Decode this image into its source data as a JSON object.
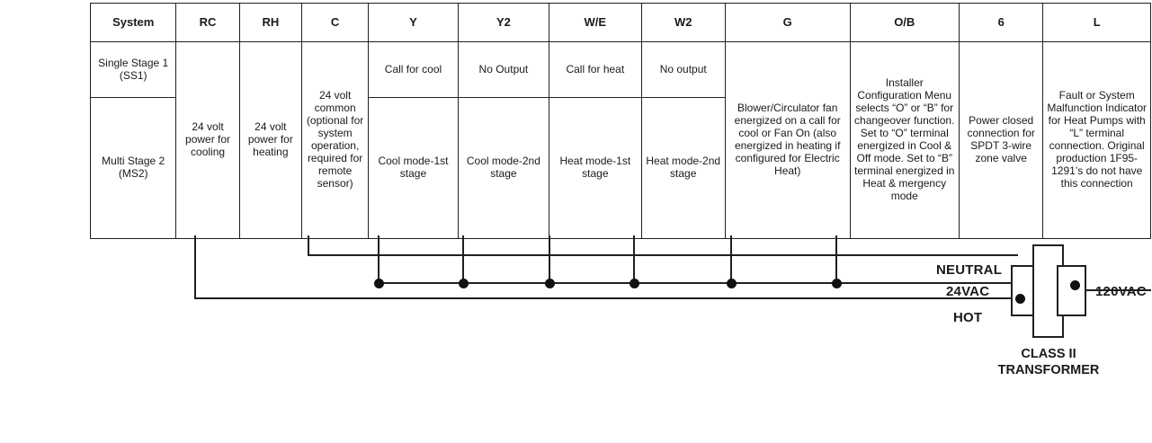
{
  "table": {
    "headers": [
      "System",
      "RC",
      "RH",
      "C",
      "Y",
      "Y2",
      "W/E",
      "W2",
      "G",
      "O/B",
      "6",
      "L"
    ],
    "rows": {
      "ss1": {
        "system": "Single Stage 1 (SS1)",
        "y": "Call for cool",
        "y2": "No Output",
        "we": "Call for heat",
        "w2": "No output"
      },
      "ms2": {
        "system": "Multi Stage 2 (MS2)",
        "y": "Cool mode-1st stage",
        "y2": "Cool mode-2nd stage",
        "we": "Heat mode-1st stage",
        "w2": "Heat mode-2nd stage"
      }
    },
    "merged": {
      "rc": "24 volt power for cooling",
      "rh": "24 volt power for heating",
      "c": "24 volt common (optional for system operation, required for remote sensor)",
      "g": "Blower/Circulator fan energized on a call for cool or Fan On (also energized in heating if configured for Electric Heat)",
      "ob": "Installer Configuration Menu selects “O” or “B” for changeover function. Set to “O” terminal energized in Cool & Off mode. Set to “B” terminal energized in Heat & mergency mode",
      "six": "Power closed connection for SPDT 3-wire zone valve",
      "l": "Fault or System Malfunction Indicator for Heat Pumps with “L” terminal connection. Original production 1F95-1291’s do not have this connection"
    }
  },
  "wiring": {
    "labels": {
      "neutral": "NEUTRAL",
      "vac24": "24VAC",
      "hot": "HOT",
      "vac120": "120VAC"
    },
    "transformer": {
      "caption_line1": "CLASS II",
      "caption_line2": "TRANSFORMER"
    },
    "junction_count": 6,
    "colors": {
      "wire": "#231f20",
      "junction": "#111111"
    }
  }
}
